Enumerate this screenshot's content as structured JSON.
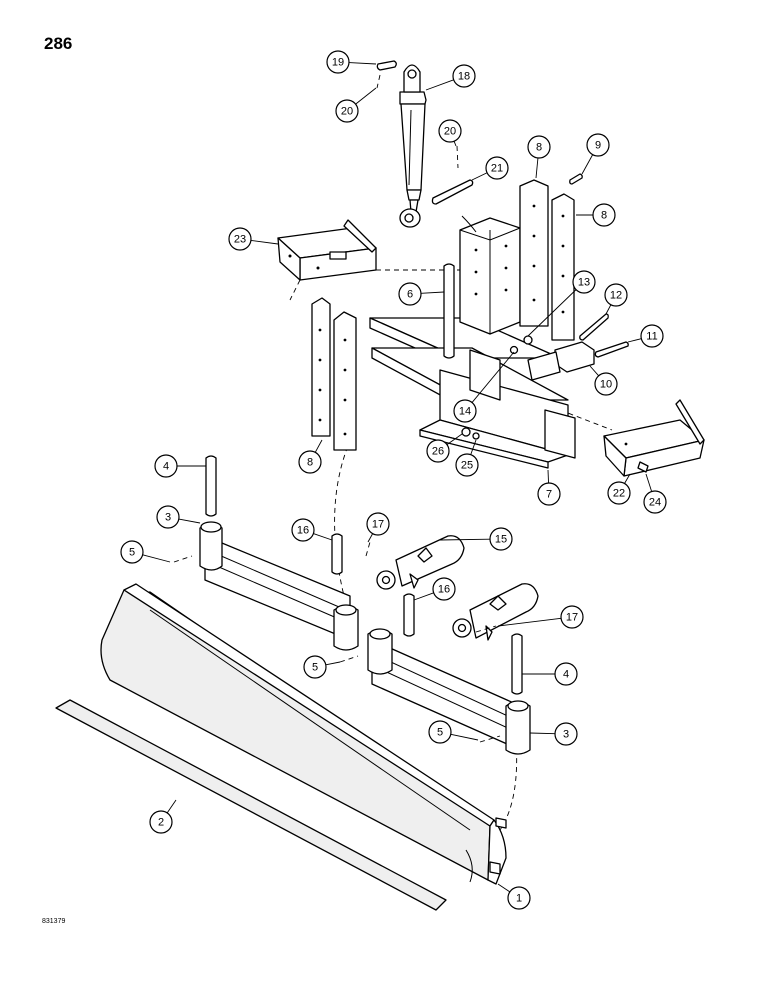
{
  "page": {
    "number": "286",
    "drawing_code": "831379"
  },
  "callouts": [
    {
      "id": "1",
      "label": "1"
    },
    {
      "id": "2",
      "label": "2"
    },
    {
      "id": "3a",
      "label": "3"
    },
    {
      "id": "3b",
      "label": "3"
    },
    {
      "id": "4a",
      "label": "4"
    },
    {
      "id": "4b",
      "label": "4"
    },
    {
      "id": "5a",
      "label": "5"
    },
    {
      "id": "5b",
      "label": "5"
    },
    {
      "id": "5c",
      "label": "5"
    },
    {
      "id": "6",
      "label": "6"
    },
    {
      "id": "7",
      "label": "7"
    },
    {
      "id": "8a",
      "label": "8"
    },
    {
      "id": "8b",
      "label": "8"
    },
    {
      "id": "8c",
      "label": "8"
    },
    {
      "id": "9",
      "label": "9"
    },
    {
      "id": "10",
      "label": "10"
    },
    {
      "id": "11",
      "label": "11"
    },
    {
      "id": "12",
      "label": "12"
    },
    {
      "id": "13",
      "label": "13"
    },
    {
      "id": "14",
      "label": "14"
    },
    {
      "id": "15",
      "label": "15"
    },
    {
      "id": "16a",
      "label": "16"
    },
    {
      "id": "16b",
      "label": "16"
    },
    {
      "id": "17a",
      "label": "17"
    },
    {
      "id": "17b",
      "label": "17"
    },
    {
      "id": "18",
      "label": "18"
    },
    {
      "id": "19",
      "label": "19"
    },
    {
      "id": "20a",
      "label": "20"
    },
    {
      "id": "20b",
      "label": "20"
    },
    {
      "id": "21",
      "label": "21"
    },
    {
      "id": "22",
      "label": "22"
    },
    {
      "id": "23",
      "label": "23"
    },
    {
      "id": "24",
      "label": "24"
    },
    {
      "id": "25",
      "label": "25"
    },
    {
      "id": "26",
      "label": "26"
    }
  ]
}
